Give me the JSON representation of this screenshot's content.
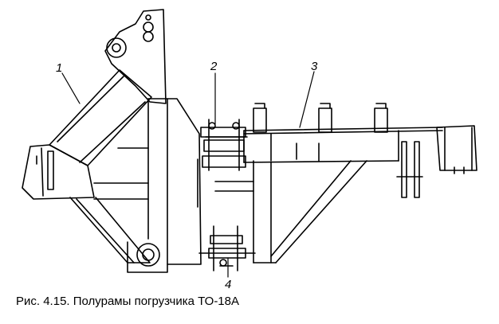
{
  "figure": {
    "caption": "Рис. 4.15. Полурамы погрузчика ТО-18А",
    "callouts": [
      {
        "id": "1",
        "label": "1"
      },
      {
        "id": "2",
        "label": "2"
      },
      {
        "id": "3",
        "label": "3"
      },
      {
        "id": "4",
        "label": "4"
      }
    ]
  }
}
